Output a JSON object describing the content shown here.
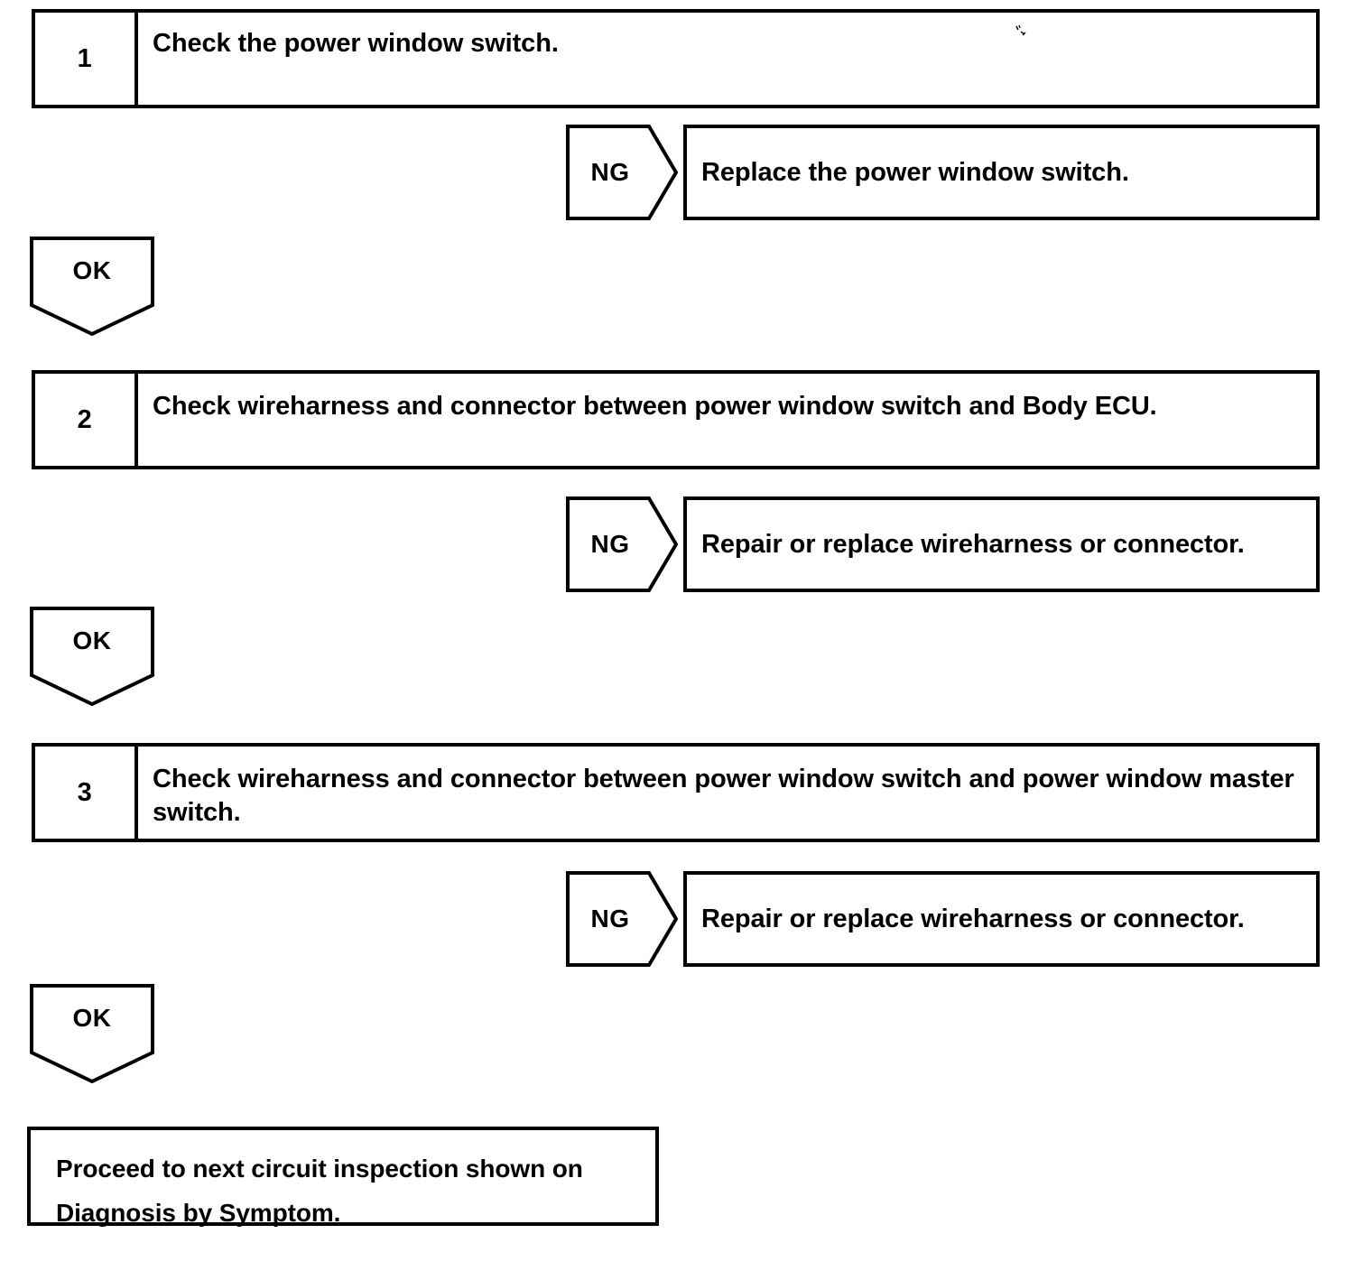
{
  "document": {
    "type": "troubleshooting-flowchart",
    "title": "Power Window Switch Circuit Inspection"
  },
  "colors": {
    "ink": "#000000",
    "paper": "#ffffff"
  },
  "steps": [
    {
      "number": "1",
      "text": "Check the power window switch.",
      "branch": {
        "label": "NG",
        "result": "Replace the power window switch."
      },
      "continue": {
        "label": "OK"
      }
    },
    {
      "number": "2",
      "text": "Check wireharness and connector between power window switch and Body ECU.",
      "branch": {
        "label": "NG",
        "result": "Repair or replace wireharness or connector."
      },
      "continue": {
        "label": "OK"
      }
    },
    {
      "number": "3",
      "text": "Check wireharness and connector between power window switch and power window master switch.",
      "branch": {
        "label": "NG",
        "result": "Repair or replace wireharness or connector."
      },
      "continue": {
        "label": "OK"
      }
    }
  ],
  "final": {
    "line1": "Proceed to next circuit inspection shown on",
    "line2": "Diagnosis by Symptom."
  }
}
